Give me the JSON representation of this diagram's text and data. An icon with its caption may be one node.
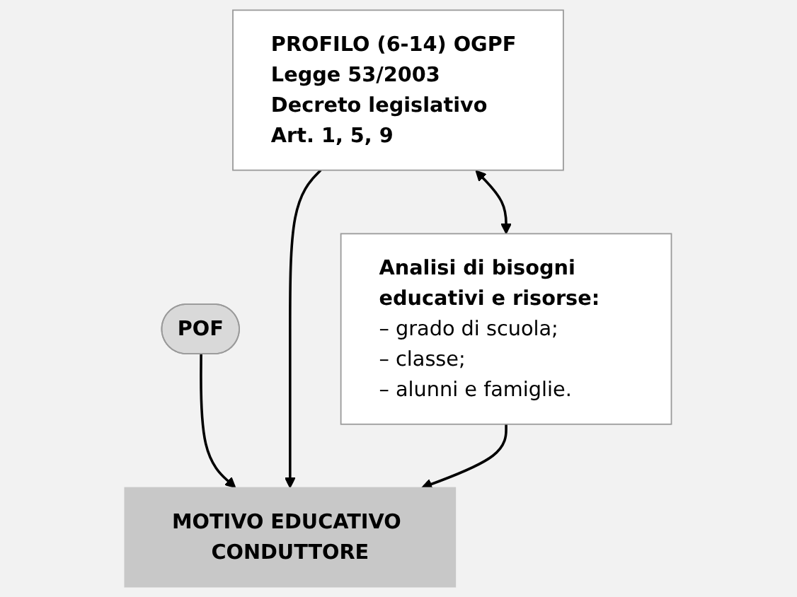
{
  "diagram": {
    "nodes": [
      {
        "text": [
          "POF"
        ]
      },
      {
        "text": [
          "PROFILO (6-14) OGPF",
          "Legge 53/2003 Decreto legislativo Art. 1, 5, 9"
        ]
      },
      {
        "text": [
          "Analisi di bisogni educativi e risorse:",
          "– grado di scuola;",
          "– classe;",
          "– alunni e famiglie."
        ]
      },
      {
        "text": [
          "MOTIVO EDUCATIVO CONDUTTORE"
        ]
      }
    ],
    "edges": [
      {
        "from": 1,
        "to": 2,
        "arrow": "both"
      },
      {
        "from": 0,
        "to": 3,
        "arrow": "to"
      },
      {
        "from": 1,
        "to": 3,
        "arrow": "to"
      },
      {
        "from": 2,
        "to": 3,
        "arrow": "to"
      }
    ]
  }
}
